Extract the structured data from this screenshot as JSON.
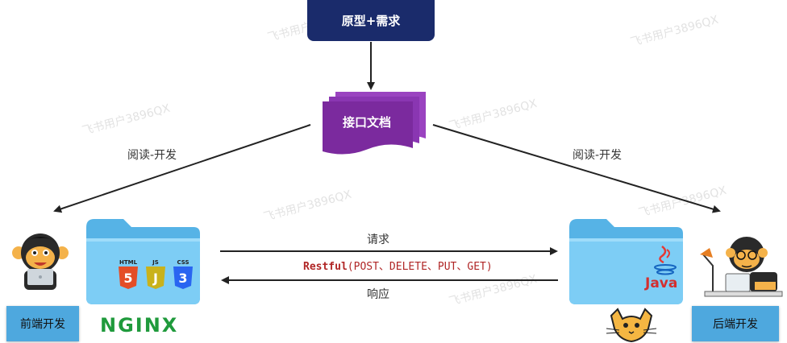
{
  "nodes": {
    "requirements": "原型+需求",
    "api_doc": "接口文档",
    "frontend": "前端开发",
    "backend": "后端开发"
  },
  "edges": {
    "read_dev_left": "阅读-开发",
    "read_dev_right": "阅读-开发",
    "request": "请求",
    "response": "响应",
    "protocol_keyword": "Restful",
    "protocol_methods": "(POST、DELETE、PUT、GET)"
  },
  "frontend_folder": {
    "badges": [
      "HTML",
      "JS",
      "CSS"
    ],
    "server_logo": "NGINX"
  },
  "backend_folder": {
    "badge": "Java"
  },
  "watermark": "飞书用户3896QX",
  "colors": {
    "requirements_bg": "#1a2b6b",
    "api_doc_bg": "#7b2a9e",
    "role_bg": "#4ea8de",
    "folder": "#6cc4f0",
    "nginx": "#1f9a3c",
    "restful": "#b02626"
  }
}
